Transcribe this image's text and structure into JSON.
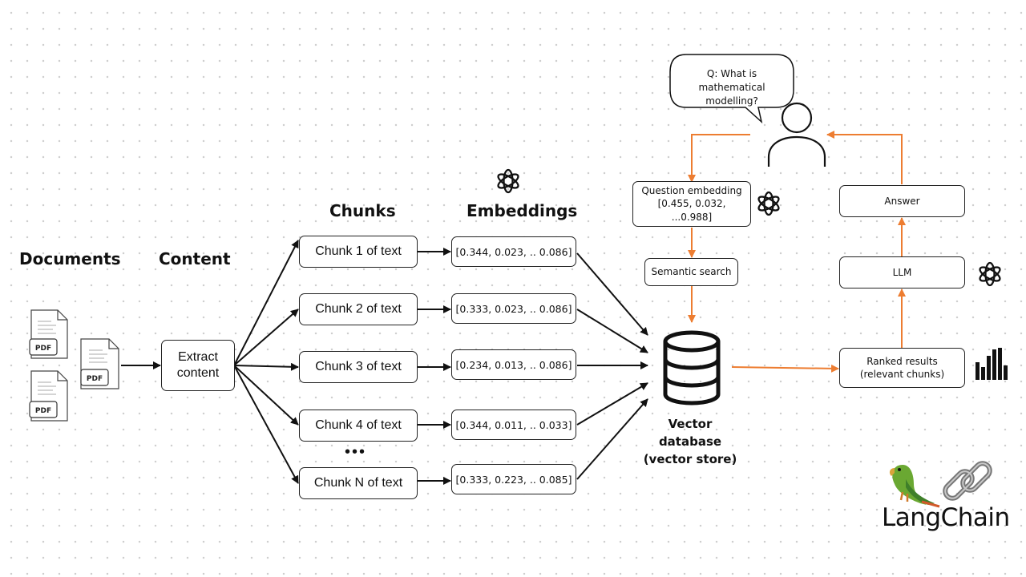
{
  "headers": {
    "documents": "Documents",
    "content": "Content",
    "chunks": "Chunks",
    "embeddings": "Embeddings"
  },
  "extract_content": "Extract content",
  "pdf_label": "PDF",
  "chunks": [
    "Chunk 1 of text",
    "Chunk 2 of text",
    "Chunk 3 of text",
    "Chunk 4 of text",
    "Chunk N of text"
  ],
  "ellipsis": "•••",
  "embeddings": [
    "[0.344, 0.023, .. 0.086]",
    "[0.333, 0.023, .. 0.086]",
    "[0.234, 0.013, .. 0.086]",
    "[0.344, 0.011, .. 0.033]",
    "[0.333, 0.223, .. 0.085]"
  ],
  "vector_db": {
    "line1": "Vector",
    "line2": "database",
    "line3": "(vector store)"
  },
  "question_bubble": "Q: What is mathematical modelling?",
  "question_embedding": {
    "label": "Question embedding",
    "value": "[0.455, 0.032, ...0.988]"
  },
  "semantic_search": "Semantic search",
  "ranked_results": "Ranked results (relevant chunks)",
  "llm": "LLM",
  "answer": "Answer",
  "logo": "LangChain",
  "colors": {
    "arrow_black": "#111111",
    "arrow_orange": "#ED7D31",
    "dot_grid": "#cfcfcf"
  },
  "icons": [
    "pdf-file-icon",
    "openai-logo-icon",
    "database-icon",
    "user-icon",
    "bar-chart-icon",
    "parrot-icon",
    "chain-link-icon"
  ]
}
